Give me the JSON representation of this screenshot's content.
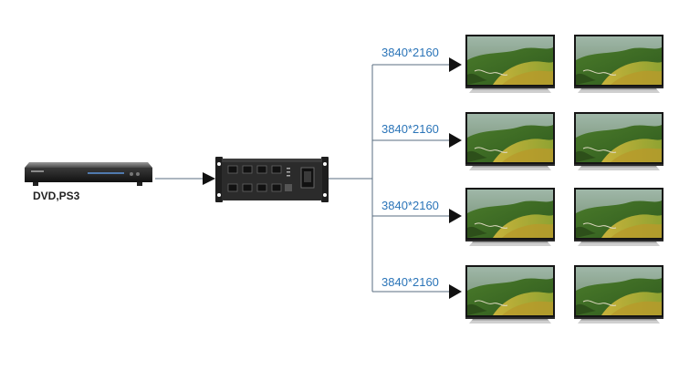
{
  "source": {
    "label": "DVD,PS3"
  },
  "outputs": [
    {
      "resolution": "3840*2160"
    },
    {
      "resolution": "3840*2160"
    },
    {
      "resolution": "3840*2160"
    },
    {
      "resolution": "3840*2160"
    }
  ],
  "colors": {
    "line": "#5a6e80",
    "arrow": "#111111",
    "label": "#2a74b8",
    "device_body": "#2b2b2b"
  },
  "icons": {
    "source_device": "dvd-player-icon",
    "splitter": "splitter-device-icon",
    "display": "tv-display-icon"
  }
}
